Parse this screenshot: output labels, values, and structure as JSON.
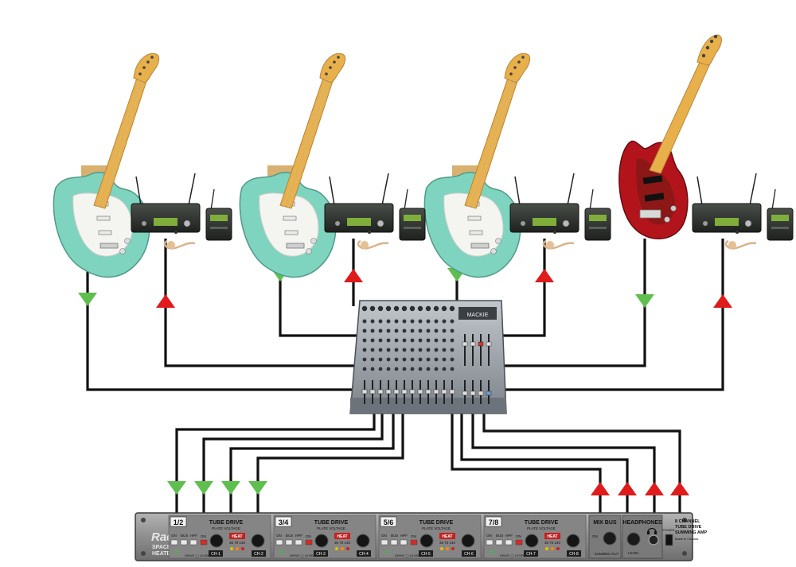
{
  "colors": {
    "wire": "#111111",
    "signal_in": "#5fbf4e",
    "signal_out": "#e01b1b",
    "guitar_body": "#7fd4bf",
    "bass_body": "#b3141c",
    "neck": "#e8b04a",
    "rack": "#8a8a8a",
    "mixer": "#9aa0a8"
  },
  "rack_unit": {
    "brand": "Radial",
    "model_line1": "SPACE",
    "model_line2": "HEATER",
    "sections": [
      {
        "label": "1/2",
        "title": "TUBE DRIVE",
        "subtitle": "PLATE VOLTAGE",
        "ch_a": "CH-1",
        "ch_b": "CH-2"
      },
      {
        "label": "3/4",
        "title": "TUBE DRIVE",
        "subtitle": "PLATE VOLTAGE",
        "ch_a": "CH-3",
        "ch_b": "CH-4"
      },
      {
        "label": "5/6",
        "title": "TUBE DRIVE",
        "subtitle": "PLATE VOLTAGE",
        "ch_a": "CH-5",
        "ch_b": "CH-6"
      },
      {
        "label": "7/8",
        "title": "TUBE DRIVE",
        "subtitle": "PLATE VOLTAGE",
        "ch_a": "CH-7",
        "ch_b": "CH-8"
      }
    ],
    "switch_labels": [
      "ON",
      "BUS",
      "HPF"
    ],
    "on_label": "ON",
    "heat_label": "HEAT",
    "voltages": "35 70 140",
    "drive_level": "DRIVE ◯ LEVEL",
    "mix_bus": "MIX BUS",
    "summed_out": "SUMMED OUT",
    "headphones": "HEADPHONES",
    "level": "LEVEL",
    "power": "POWER",
    "desc_line1": "8 CHANNEL",
    "desc_line2": "TUBE DRIVE",
    "desc_line3": "SUMMING AMP",
    "desc_line4": "Made in Canada"
  },
  "mixer": {
    "brand": "MACKIE"
  }
}
